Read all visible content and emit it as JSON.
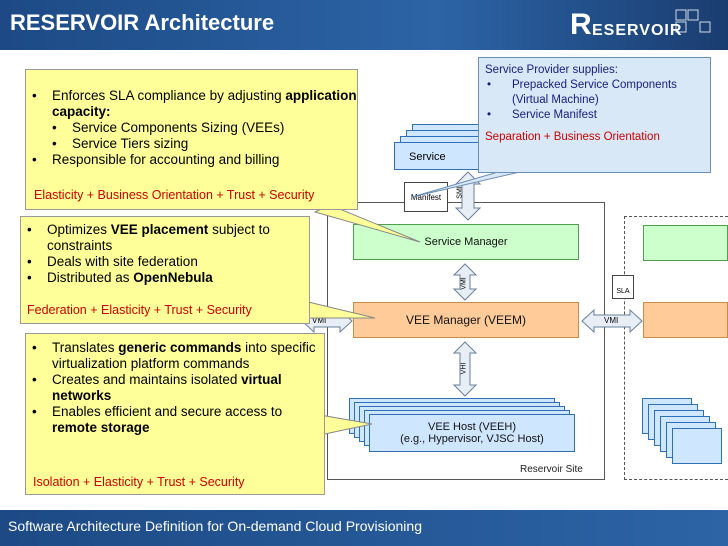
{
  "header": {
    "title": "RESERVOIR Architecture",
    "logo_initial": "R",
    "logo_rest": "ESERVOIR"
  },
  "footer": {
    "text": "Software Architecture Definition for On-demand Cloud Provisioning"
  },
  "diagram": {
    "service_manager": "Service Manager",
    "vee_manager": "VEE Manager (VEEM)",
    "vee_host_line1": "VEE Host (VEEH)",
    "vee_host_line2": "(e.g., Hypervisor, VJSC Host)",
    "service_stack_label": "Service",
    "manifest": "Manifest",
    "smi": "SMI",
    "vmi": "VMI",
    "vhi": "VHI",
    "sla": "SLA",
    "site_label": "Reservoir Site"
  },
  "note_sm": {
    "items": [
      {
        "text": "Enforces SLA compliance by adjusting ",
        "bold": "application capacity:"
      },
      {
        "text": "Service Components Sizing (VEEs)",
        "sub": true
      },
      {
        "text": "Service Tiers sizing",
        "sub": true
      },
      {
        "text": "Responsible for accounting and billing"
      }
    ],
    "tag": "Elasticity + Business Orientation + Trust + Security"
  },
  "note_veem": {
    "items": [
      {
        "text": "Optimizes ",
        "bold": "VEE placement",
        "tail": " subject to constraints"
      },
      {
        "text": "Deals with site federation"
      },
      {
        "text": "Distributed as ",
        "bold": "OpenNebula"
      }
    ],
    "tag": "Federation + Elasticity + Trust + Security"
  },
  "note_veeh": {
    "items": [
      {
        "text": "Translates ",
        "bold": "generic commands",
        "tail": " into specific virtualization platform commands"
      },
      {
        "text": "Creates and maintains isolated ",
        "bold": "virtual networks"
      },
      {
        "text": "Enables efficient and secure access to ",
        "bold": "remote storage"
      }
    ],
    "tag": "Isolation + Elasticity + Trust + Security"
  },
  "provider": {
    "heading": "Service Provider supplies:",
    "items": [
      "Prepacked Service Components (Virtual Machine)",
      "Service Manifest"
    ],
    "tag": "Separation + Business Orientation"
  },
  "colors": {
    "header": "#1d4a85",
    "note": "#ffff99",
    "tag": "#cc0000",
    "provider_text": "#1a1a80",
    "green": "#ccffcc",
    "peach": "#ffcc99",
    "host": "#cfe6ff"
  }
}
